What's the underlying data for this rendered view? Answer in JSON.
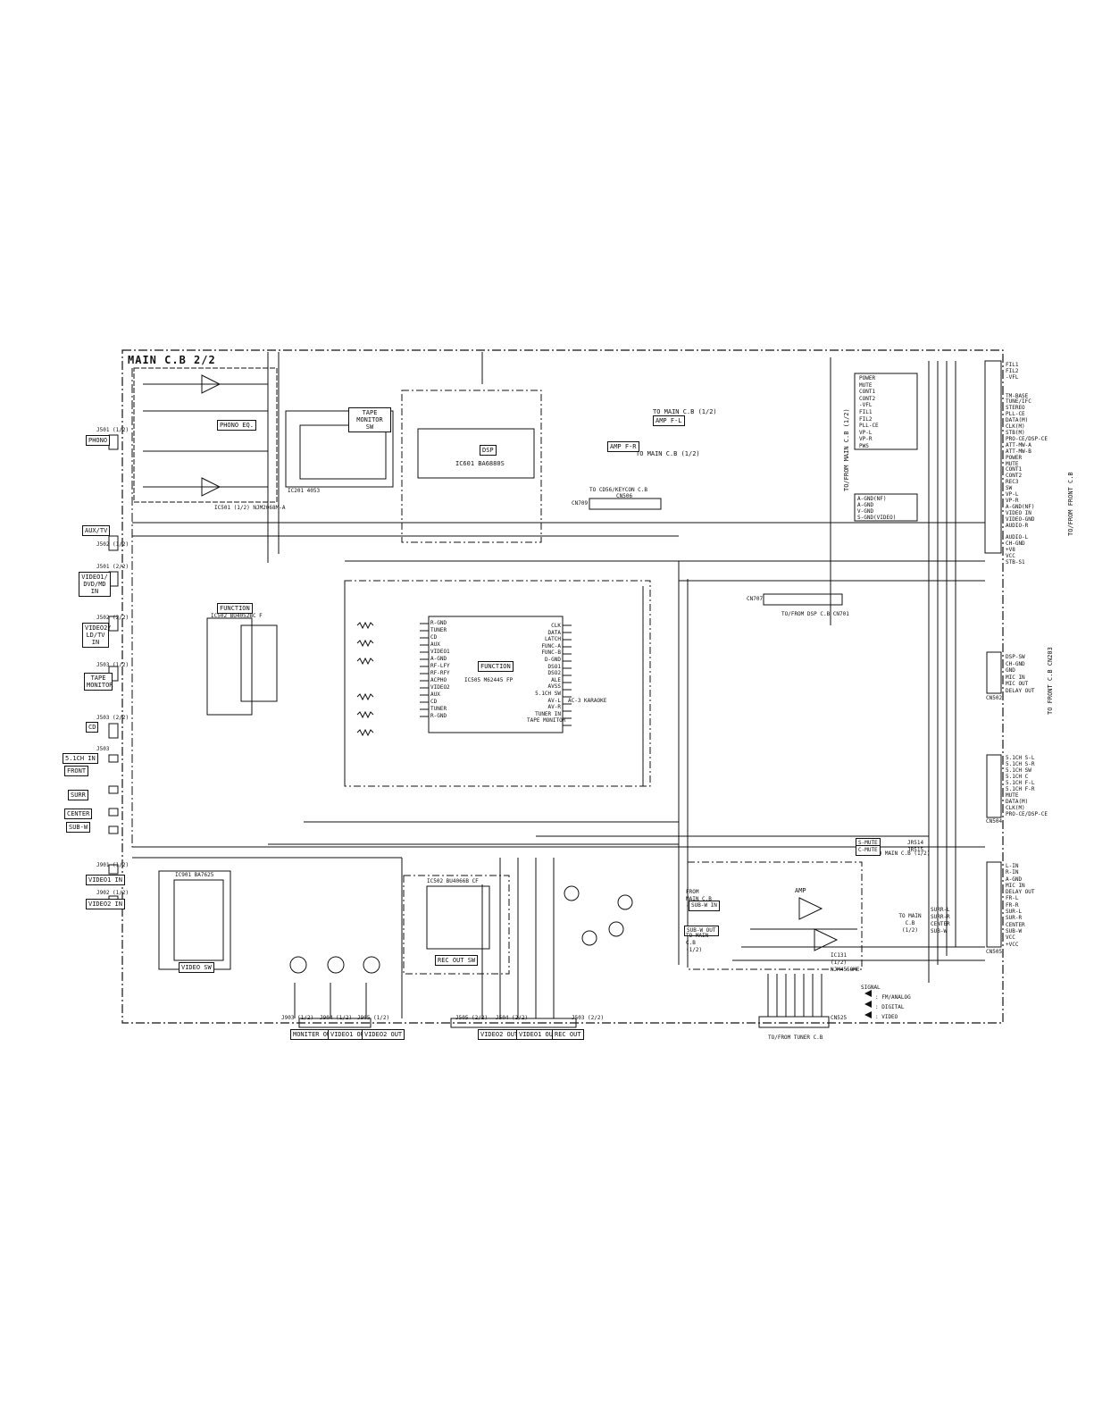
{
  "title": "MAIN C.B 2/2",
  "input_jacks": [
    {
      "id": "J501 (1/2)",
      "label": "PHONO"
    },
    {
      "id": "J502 (1/2)",
      "label": "AUX/TV"
    },
    {
      "id": "J501 (2/2)",
      "label": "VIDEO1/ DVD/MD IN"
    },
    {
      "id": "J502 (2/2)",
      "label": "VIDEO2/ LD/TV IN"
    },
    {
      "id": "J503 (1/2)",
      "label": "TAPE MONITOR"
    },
    {
      "id": "J503 (2/2)",
      "label": "CD"
    },
    {
      "id": "J503",
      "label": "5.1CH IN"
    },
    {
      "id": "",
      "label": "FRONT"
    },
    {
      "id": "",
      "label": "SURR"
    },
    {
      "id": "",
      "label": "CENTER"
    },
    {
      "id": "",
      "label": "SUB-W"
    },
    {
      "id": "J901 (1/2)",
      "label": "VIDEO1 IN"
    },
    {
      "id": "J902 (1/2)",
      "label": "VIDEO2 IN"
    }
  ],
  "output_jacks": [
    {
      "id": "J903 (1/2)",
      "label": "MONITER OUT"
    },
    {
      "id": "J904 (1/2)",
      "label": "VIDEO1 OUT"
    },
    {
      "id": "J905 (1/2)",
      "label": "VIDEO2 OUT"
    },
    {
      "id": "J505 (2/2)",
      "label": "VIDEO2 OUT"
    },
    {
      "id": "J504 (2/2)",
      "label": "VIDEO1 OUT"
    },
    {
      "id": "J503 (2/2)",
      "label": "REC OUT"
    }
  ],
  "blocks": {
    "phono_eq": "PHONO EQ.",
    "tape_monitor": "TAPE MONITOR SW",
    "dsp": "DSP",
    "dsp_ic": "IC601 BA6880S",
    "function_small": "FUNCTION",
    "function_small_ic": "IC502 BU4052BC F",
    "function_main": "FUNCTION",
    "function_main_ic": "IC505 M62445 FP",
    "karaoke": "AC-3 KARAOKE",
    "video_sw": "VIDEO SW",
    "video_sw_ic": "IC901 BA7625",
    "rec_out_sw": "REC OUT SW",
    "rec_out_ic": "IC502 BU4066B CF",
    "amp": "AMP",
    "amp_ic": "IC131 (1/2) NJM4558ME",
    "phono_ic": "IC501 (1/2) NJM2068M-A",
    "tape_ic": "IC201 4053"
  },
  "connector_labels": {
    "to_main_cb_1": "TO MAIN C.B (1/2)",
    "amp_fl": "AMP F-L",
    "amp_fr": "AMP F-R",
    "to_main_cb_2": "TO MAIN C.B (1/2)",
    "to_cd56": "TO CD56/KEYCON C.B",
    "cn506": "CN506",
    "cn709": "CN709",
    "to_from_front_cb": "TO/FROM FRONT C.B",
    "to_from_main_cb": "TO/FROM MAIN C.B (1/2)",
    "to_from_dsp_cb": "TO/FROM DSP C.B CN701",
    "cn707": "CN707",
    "to_front_cb_cn203": "TO FRONT C.B CN203",
    "cn502": "CN502",
    "cn504": "CN504",
    "cn505": "CN505",
    "from_main_cb_1": "FROM MAIN C.B (1/2)",
    "from_main_cb_2": "FROM MAIN C.B (1/2)",
    "to_main_cb_3": "TO MAIN C.B (1/2)",
    "to_main_cb_4": "TO MAIN C.B (1/2)",
    "to_from_tuner": "TO/FROM TUNER C.B",
    "cn525": "CN525",
    "sub_w_in": "SUB-W IN",
    "sub_w_out": "SUB-W OUT",
    "s_mute": "S-MUTE",
    "c_mute": "C-MUTE",
    "jr514": "JR514",
    "jr515": "JR515"
  },
  "cn501_pins": [
    "FIL1",
    "FIL2",
    "-VFL",
    "",
    "",
    "TM-BASE",
    "TUNE/IFC",
    "STEREO",
    "PLL-CE",
    "DATA(M)",
    "CLK(M)",
    "STB(M)",
    "PRO-CE/DSP-CE",
    "ATT-MW-A",
    "ATT-MW-B",
    "POWER",
    "MUTE",
    "CONT1",
    "CONT2",
    "REC3",
    "SW",
    "VP-L",
    "VP-R",
    "A-GND(NF)",
    "VIDEO IN",
    "VIDEO-GND",
    "AUDIO-R",
    "",
    "AUDIO-L",
    "CH-GND",
    "+V8",
    "VCC",
    "STB-S1"
  ],
  "cn502_pins": [
    "DSP-SW",
    "CH-GND",
    "GND",
    "MIC IN",
    "MIC OUT",
    "DELAY OUT"
  ],
  "cn504_pins": [
    "5.1CH S-L",
    "5.1CH S-R",
    "5.1CH SW",
    "5.1CH C",
    "5.1CH F-L",
    "5.1CH F-R",
    "MUTE",
    "DATA(M)",
    "CLK(M)",
    "PRO-CE/DSP-CE"
  ],
  "cn505_pins": [
    "L-IN",
    "R-IN",
    "A-GND",
    "MIC IN",
    "DELAY OUT",
    "FR-L",
    "FR-R",
    "SUR-L",
    "SUR-R",
    "CENTER",
    "SUB-W",
    "VCC",
    "+VCC"
  ],
  "left_labels": [
    "POWER",
    "MUTE",
    "CONT1",
    "CONT2",
    "-VFL",
    "FIL1",
    "FIL2",
    "PLL-CE",
    "VP-L",
    "VP-R",
    "PWS"
  ],
  "mid_labels": [
    "A-GND(NF)",
    "A-GND",
    "V-GND",
    "S-GND(VIDEO)"
  ],
  "surr_labels": [
    "SURR-L",
    "SURR-R",
    "CENTER",
    "SUB-W"
  ],
  "function_pins_left": [
    "R-GND",
    "TUNER",
    "CD",
    "AUX",
    "VIDEO1",
    "A-GND",
    "RF-LFY",
    "RF-RFY",
    "ACPHO",
    "VIDEO2",
    "AUX",
    "CD",
    "TUNER",
    "R-GND"
  ],
  "function_pins_right": [
    "CLK",
    "DATA",
    "LATCH",
    "FUNC-A",
    "FUNC-B",
    "D-GND",
    "DSO1",
    "DSO2",
    "ALE",
    "AVSS",
    "5.1CH SW",
    "AV-L",
    "AV-R",
    "TUNER IN",
    "TAPE MONITOR"
  ],
  "legend": {
    "title": "SIGNAL",
    "items": [
      ": FM/ANALOG",
      ": DIGITAL",
      ": VIDEO"
    ]
  },
  "colors": {
    "line": "#111111",
    "background": "#ffffff"
  }
}
